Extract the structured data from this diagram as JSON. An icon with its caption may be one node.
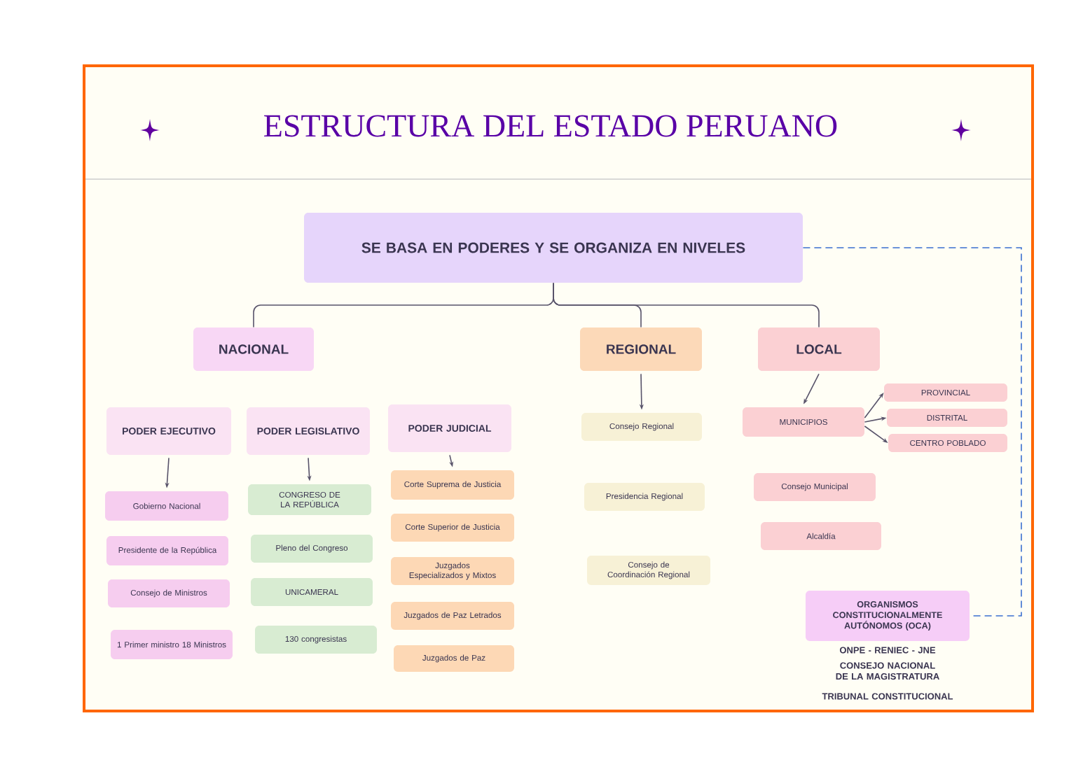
{
  "diagram": {
    "title": "ESTRUCTURA DEL ESTADO PERUANO",
    "nodes": [
      {
        "text": [
          "SE BASA EN PODERES Y SE ORGANIZA EN NIVELES"
        ]
      },
      {
        "text": [
          "NACIONAL"
        ]
      },
      {
        "text": [
          "REGIONAL"
        ]
      },
      {
        "text": [
          "LOCAL"
        ]
      },
      {
        "text": [
          "PODER EJECUTIVO"
        ]
      },
      {
        "text": [
          "PODER LEGISLATIVO"
        ]
      },
      {
        "text": [
          "PODER JUDICIAL"
        ]
      },
      {
        "text": [
          "Gobierno Nacional"
        ]
      },
      {
        "text": [
          "Presidente de la República"
        ]
      },
      {
        "text": [
          "Consejo de Ministros"
        ]
      },
      {
        "text": [
          "1 Primer ministro 18 Ministros"
        ]
      },
      {
        "text": [
          "CONGRESO DE LA REPÚBLICA"
        ]
      },
      {
        "text": [
          "Pleno del Congreso"
        ]
      },
      {
        "text": [
          "UNICAMERAL"
        ]
      },
      {
        "text": [
          "130 congresistas"
        ]
      },
      {
        "text": [
          "Corte Suprema de Justicia"
        ]
      },
      {
        "text": [
          "Corte Superior de Justicia"
        ]
      },
      {
        "text": [
          "Juzgados Especializados y Mixtos"
        ]
      },
      {
        "text": [
          "Juzgados de Paz Letrados"
        ]
      },
      {
        "text": [
          "Juzgados de Paz"
        ]
      },
      {
        "text": [
          "Consejo Regional"
        ]
      },
      {
        "text": [
          "Presidencia Regional"
        ]
      },
      {
        "text": [
          "Consejo de Coordinación Regional"
        ]
      },
      {
        "text": [
          "MUNICIPIOS"
        ]
      },
      {
        "text": [
          "PROVINCIAL"
        ]
      },
      {
        "text": [
          "DISTRITAL"
        ]
      },
      {
        "text": [
          "CENTRO POBLADO"
        ]
      },
      {
        "text": [
          "Consejo Municipal"
        ]
      },
      {
        "text": [
          "Alcaldía"
        ]
      },
      {
        "text": [
          "ORGANISMOS CONSTITUCIONALMENTE AUTÓNOMOS (OCA)"
        ],
        "beside": [
          "ONPE - RENIEC - JNE",
          "CONSEJO NACIONAL DE LA MAGISTRATURA",
          "TRIBUNAL CONSTITUCIONAL"
        ]
      }
    ],
    "edges": [
      {
        "from": 0,
        "to": 1,
        "arrow": "none"
      },
      {
        "from": 0,
        "to": 2,
        "arrow": "none"
      },
      {
        "from": 0,
        "to": 3,
        "arrow": "none"
      },
      {
        "from": 4,
        "to": 7,
        "arrow": "to"
      },
      {
        "from": 5,
        "to": 11,
        "arrow": "to"
      },
      {
        "from": 6,
        "to": 15,
        "arrow": "to"
      },
      {
        "from": 2,
        "to": 20,
        "arrow": "to"
      },
      {
        "from": 3,
        "to": 23,
        "arrow": "to"
      },
      {
        "from": 23,
        "to": 24,
        "arrow": "to"
      },
      {
        "from": 23,
        "to": 25,
        "arrow": "to"
      },
      {
        "from": 23,
        "to": 26,
        "arrow": "to"
      },
      {
        "from": 0,
        "to": 29,
        "arrow": "none",
        "style": "dashed",
        "color": "#3a6fd0"
      }
    ]
  }
}
